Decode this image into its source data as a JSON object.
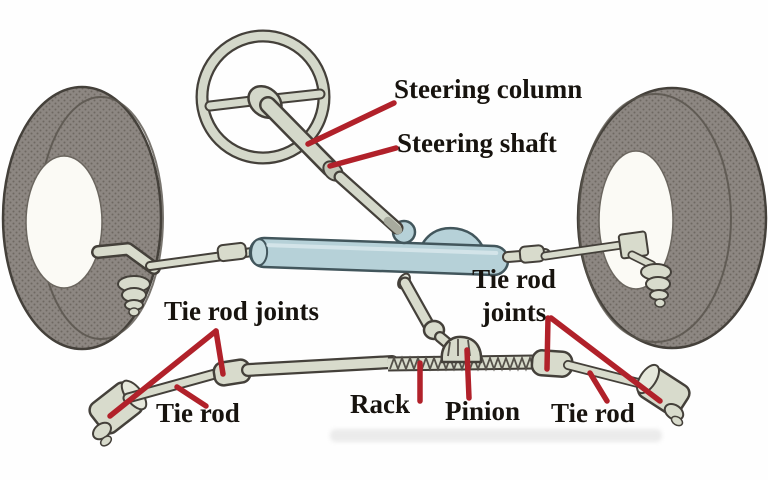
{
  "diagram": {
    "kind": "labeled-parts-diagram",
    "labels": {
      "steering_column": "Steering column",
      "steering_shaft": "Steering shaft",
      "tie_rod_joints_left": "Tie rod joints",
      "tie_rod_joints_right_line1": "Tie rod",
      "tie_rod_joints_right_line2": "joints",
      "tie_rod_left": "Tie rod",
      "rack": "Rack",
      "pinion": "Pinion",
      "tie_rod_right": "Tie rod"
    }
  },
  "colors": {
    "paper": "#fefefe",
    "ink": "#17130e",
    "leader_red": "#b1212a",
    "tire": "#8d8782",
    "tire_dot": "#6e6862",
    "outline": "#44403a",
    "metal": "#d8dbcc",
    "metal_dark": "#504c44",
    "housing_blue": "#b6d1d8",
    "housing_edge": "#42565c"
  }
}
